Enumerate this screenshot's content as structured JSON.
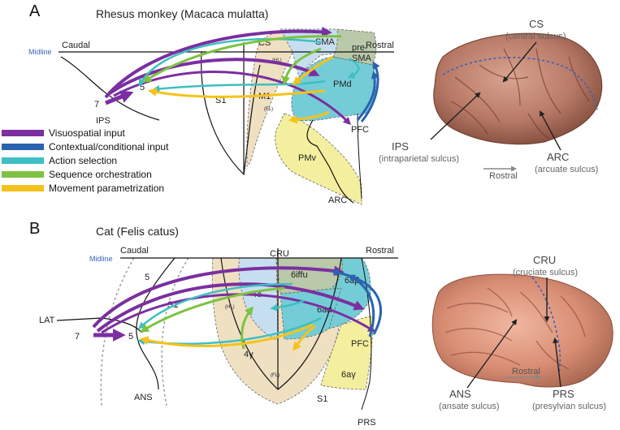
{
  "panel_a": {
    "letter": "A",
    "title": "Rhesus monkey (Macaca mulatta)",
    "midline": "Midline",
    "caudal": "Caudal",
    "rostral": "Rostral",
    "regions": {
      "sma": "SMA",
      "presma_1": "pre-",
      "presma_2": "SMA",
      "m1": "M1",
      "pmd": "PMd",
      "pmv": "PMv",
      "s1": "S1",
      "hl": "(HL)",
      "fl": "(FL)",
      "area5": "5",
      "area7": "7"
    },
    "sulci": {
      "cs": "CS",
      "ips": "IPS",
      "pfc": "PFC",
      "arc": "ARC"
    },
    "brain_labels": {
      "cs": "CS",
      "cs_full": "(central sulcus)",
      "ips": "IPS",
      "ips_full": "(intraparietal sulcus)",
      "arc": "ARC",
      "arc_full": "(arcuate sulcus)",
      "rostral": "Rostral"
    }
  },
  "legend": [
    {
      "label": "Visuospatial input",
      "color": "#7b2fa0"
    },
    {
      "label": "Contextual/conditional input",
      "color": "#2a63b0"
    },
    {
      "label": "Action selection",
      "color": "#3ebfc2"
    },
    {
      "label": "Sequence orchestration",
      "color": "#7ec242"
    },
    {
      "label": "Movement parametrization",
      "color": "#f5c21b"
    }
  ],
  "panel_b": {
    "letter": "B",
    "title": "Cat (Felis catus)",
    "midline": "Midline",
    "caudal": "Caudal",
    "rostral": "Rostral",
    "regions": {
      "area5_top": "5",
      "area5": "5",
      "area7": "7",
      "s1_left": "S1",
      "s1_right": "S1",
      "a6iffu": "6iffu",
      "a6ab": "6aβ",
      "a4d": "4δ",
      "a6aa": "6aα",
      "a4g": "4γ",
      "a6ag": "6aγ",
      "hl": "(HL)",
      "fl": "(FL)"
    },
    "sulci": {
      "cru": "CRU",
      "lat": "LAT",
      "ans": "ANS",
      "pfc": "PFC",
      "prs": "PRS"
    },
    "brain_labels": {
      "cru": "CRU",
      "cru_full": "(cruciate sulcus)",
      "ans": "ANS",
      "ans_full": "(ansate sulcus)",
      "prs": "PRS",
      "prs_full": "(presylvian sulcus)",
      "rostral": "Rostral"
    }
  },
  "colors": {
    "visuospatial": "#7b2fa0",
    "contextual": "#2a63b0",
    "action": "#3ebfc2",
    "sequence": "#7ec242",
    "movement": "#f5c21b",
    "m1_fill": "#efe0c2",
    "sma_fill": "#c6dff0",
    "presma_fill": "#b9c9a9",
    "pmd_fill": "#74cdd6",
    "pmv_fill": "#f4ef9e",
    "midline_text": "#3a63b8"
  }
}
